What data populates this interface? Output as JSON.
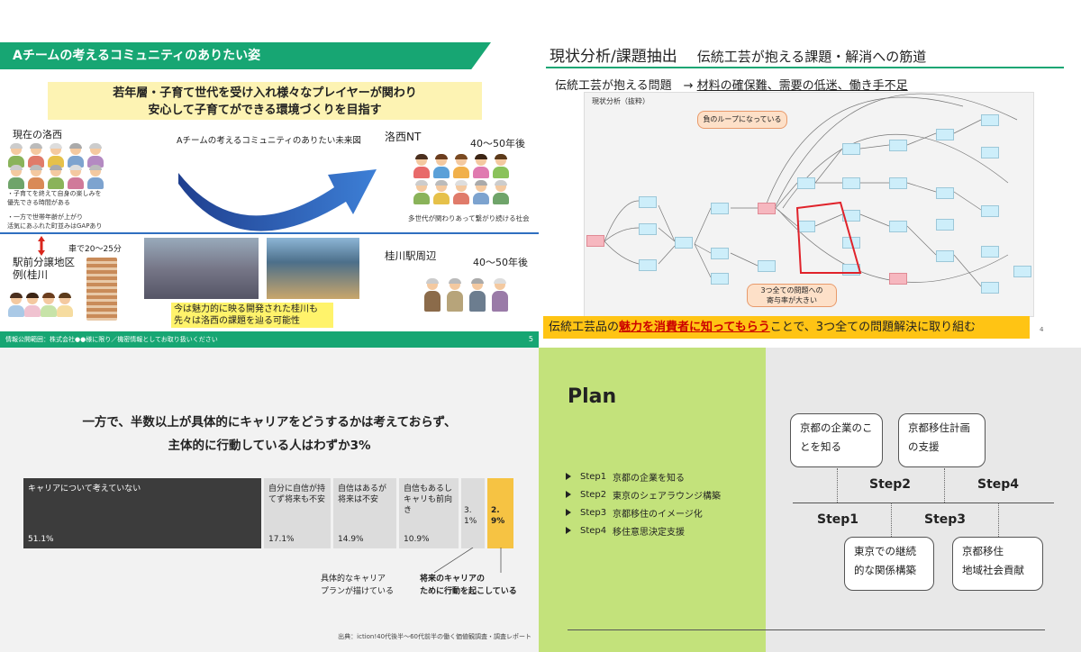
{
  "q1": {
    "banner": "Aチームの考えるコミュニティのありたい姿",
    "headline": [
      "若年層・子育て世代を受け入れ様々なプレイヤーが関わり",
      "安心して子育てができる環境づくりを目指す"
    ],
    "current_label": "現在の洛西",
    "future_chart_title": "Aチームの考えるコミュニティのありたい未来図",
    "rakusei_nt": "洛西NT",
    "years_later_1": "40～50年後",
    "note1": [
      "・子育てを終えて自身の楽しみを",
      "優先できる時間がある"
    ],
    "note2": [
      "・一方で世帯年齢が上がり",
      "活気にあふれた町並みはGAPあり"
    ],
    "multi_gen": "多世代が関わりあって繋がり続ける社会",
    "drive": "車で20～25分",
    "station_area": [
      "駅前分譲地区",
      "例(桂川"
    ],
    "katsura_label": "桂川駅周辺",
    "years_later_2": "40～50年後",
    "caption": [
      "今は魅力的に映る開発された桂川も",
      "先々は洛西の課題を辿る可能性"
    ],
    "footer": "情報公開範囲：株式会社●●様に限り／機密情報としてお取り扱いください",
    "page": "5"
  },
  "q2": {
    "title": "現状分析/課題抽出",
    "subtitle": "伝統工芸が抱える課題・解消への筋道",
    "problem_prefix": "伝統工芸が抱える問題　→",
    "problem_body": "材料の確保難、需要の低迷、働き手不足",
    "diagram_label": "現状分析（抜粋）",
    "bubble_top": "負のループになっている",
    "bubble_bottom": [
      "3つ全ての問題への",
      "寄与率が大きい"
    ],
    "bottom_prefix": "伝統工芸品の",
    "bottom_highlight": "魅力を消費者に知ってもらう",
    "bottom_suffix": "ことで、3つ全ての問題解決に取り組む",
    "page": "4"
  },
  "q3": {
    "heading": [
      "一方で、半数以上が具体的にキャリアをどうするかは考えておらず、",
      "主体的に行動している人はわずか3%"
    ],
    "bars": [
      {
        "label": "キャリアについて考えていない",
        "pct": "51.1%",
        "value": 51.1
      },
      {
        "label": "自分に自信が持てず将来も不安",
        "pct": "17.1%",
        "value": 17.1
      },
      {
        "label": "自信はあるが将来は不安",
        "pct": "14.9%",
        "value": 14.9
      },
      {
        "label": "自信もあるしキャリも前向き",
        "pct": "10.9%",
        "value": 10.9
      },
      {
        "label": "",
        "pct": "3.1%",
        "value": 3.1
      },
      {
        "label": "",
        "pct": "2.9%",
        "value": 2.9
      }
    ],
    "note_left": [
      "具体的なキャリア",
      "プランが描けている"
    ],
    "note_right": [
      "将来のキャリアの",
      "ために行動を起こしている"
    ],
    "source": "出典：iction!40代後半～60代前半の働く価値観調査・調査レポート"
  },
  "q4": {
    "title": "Plan",
    "steps": [
      {
        "num": "Step1",
        "text": "京都の企業を知る"
      },
      {
        "num": "Step2",
        "text": "東京のシェアラウンジ構築"
      },
      {
        "num": "Step3",
        "text": "京都移住のイメージ化"
      },
      {
        "num": "Step4",
        "text": "移住意思決定支援"
      }
    ],
    "box1": [
      "京都の企業のこ",
      "とを知る"
    ],
    "box2": [
      "京都移住計画",
      "の支援"
    ],
    "box3": [
      "東京での継続",
      "的な関係構築"
    ],
    "box4": [
      "京都移住",
      "地域社会貢献"
    ],
    "label_step1": "Step1",
    "label_step2": "Step2",
    "label_step3": "Step3",
    "label_step4": "Step4"
  }
}
